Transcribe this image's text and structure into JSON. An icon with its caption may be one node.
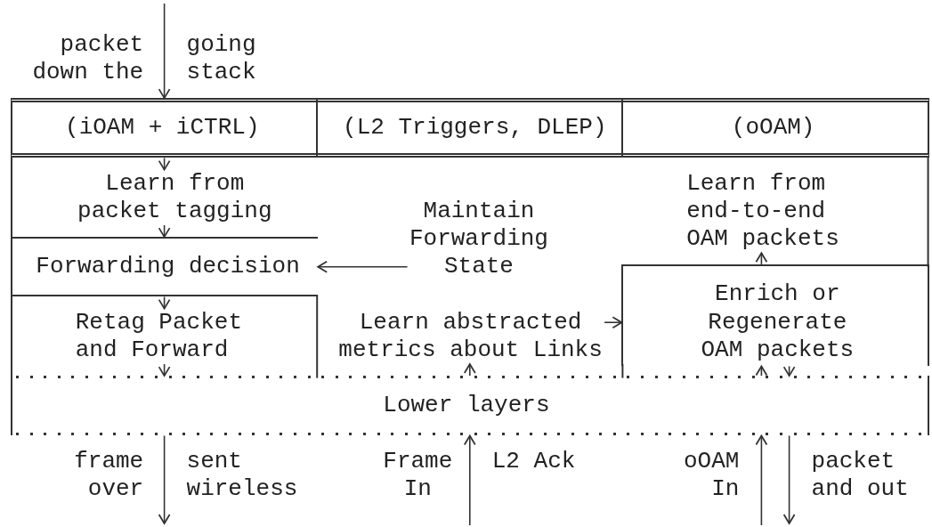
{
  "diagram": {
    "nodes": [
      {
        "text": [
          "(iOAM + iCTRL)"
        ]
      },
      {
        "text": [
          "(L2 Triggers, DLEP)"
        ]
      },
      {
        "text": [
          "(oOAM)"
        ]
      },
      {
        "text": [
          "Learn from packet tagging"
        ]
      },
      {
        "text": [
          "Forwarding decision"
        ]
      },
      {
        "text": [
          "Retag Packet and Forward"
        ]
      },
      {
        "text": [
          "Maintain Forwarding State"
        ]
      },
      {
        "text": [
          "Learn abstracted metrics about Links"
        ]
      },
      {
        "text": [
          "Learn from end-to-end OAM packets"
        ]
      },
      {
        "text": [
          "Enrich or Regenerate OAM packets"
        ]
      },
      {
        "text": [
          "Lower layers"
        ]
      }
    ],
    "edges": [
      {
        "from": null,
        "to": 0,
        "arrow": "to"
      },
      {
        "from": 0,
        "to": 3,
        "arrow": "to"
      },
      {
        "from": 3,
        "to": 4,
        "arrow": "to"
      },
      {
        "from": 6,
        "to": 4,
        "arrow": "to"
      },
      {
        "from": 4,
        "to": 5,
        "arrow": "to"
      },
      {
        "from": 5,
        "to": 10,
        "arrow": "to"
      },
      {
        "from": 10,
        "to": null,
        "arrow": "to"
      },
      {
        "from": null,
        "to": 10,
        "arrow": "to"
      },
      {
        "from": 10,
        "to": 7,
        "arrow": "to"
      },
      {
        "from": 7,
        "to": 9,
        "arrow": "to"
      },
      {
        "from": 9,
        "to": 8,
        "arrow": "to"
      },
      {
        "from": 10,
        "to": 9,
        "arrow": "to"
      },
      {
        "from": 9,
        "to": 10,
        "arrow": "to"
      },
      {
        "from": null,
        "to": 10,
        "arrow": "to"
      },
      {
        "from": 10,
        "to": null,
        "arrow": "to"
      }
    ],
    "labels": [
      "packet down the",
      "going stack",
      "frame over",
      "sent wireless",
      "Frame In",
      "L2 Ack",
      "oOAM In",
      "packet and out"
    ]
  }
}
